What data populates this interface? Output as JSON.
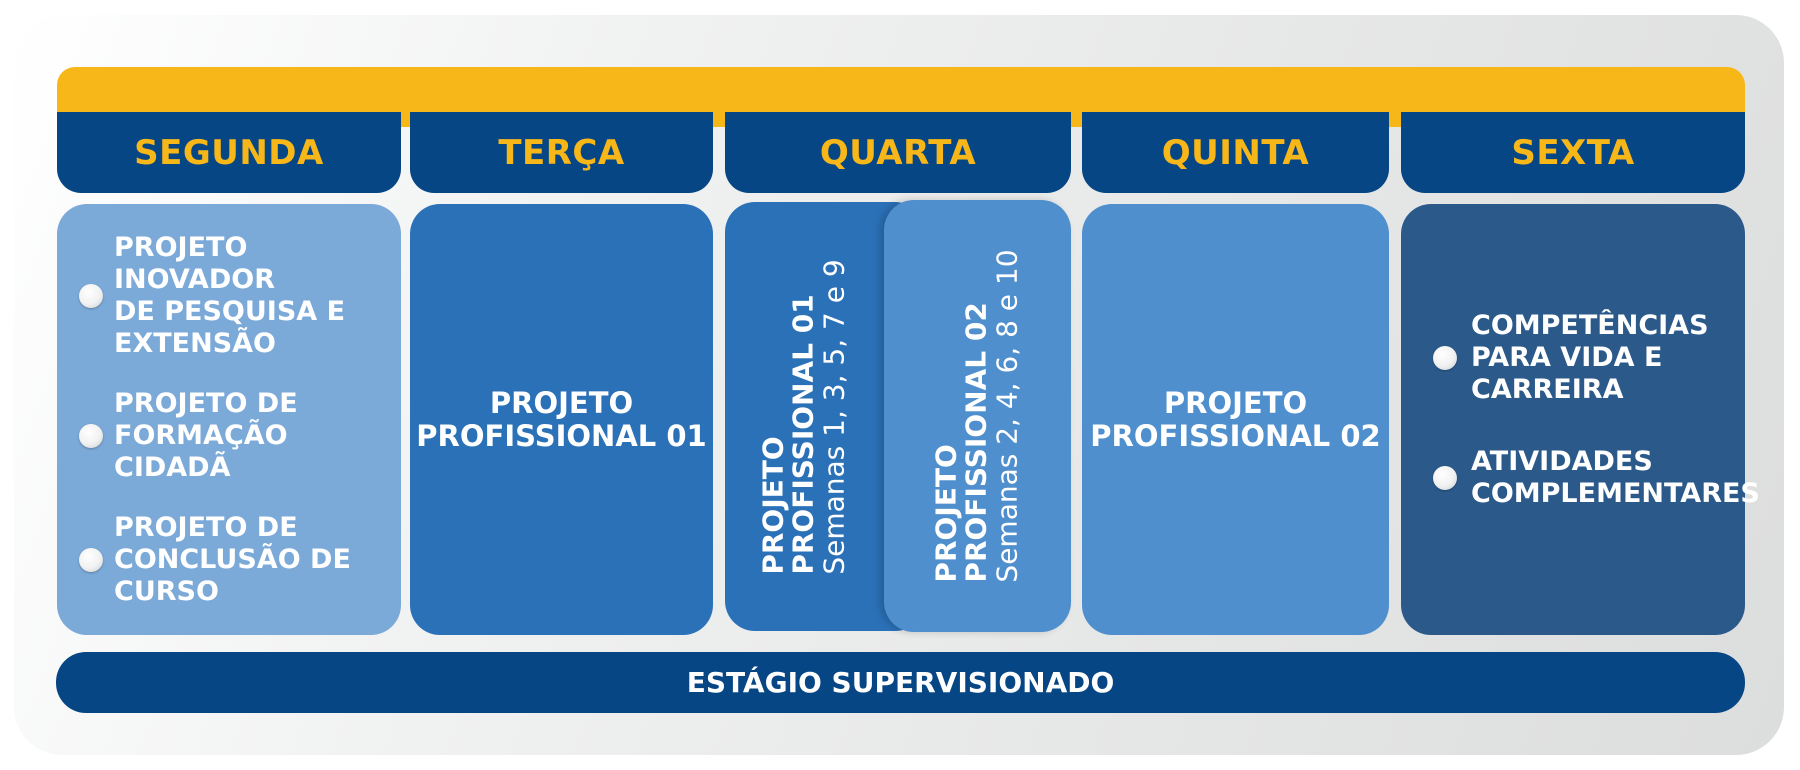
{
  "days": {
    "mon": "SEGUNDA",
    "tue": "TERÇA",
    "wed": "QUARTA",
    "thu": "QUINTA",
    "fri": "SEXTA"
  },
  "monday": {
    "items": [
      "PROJETO INOVADOR\nDE PESQUISA E\nEXTENSÃO",
      "PROJETO DE\nFORMAÇÃO CIDADÃ",
      "PROJETO DE\nCONCLUSÃO DE\nCURSO"
    ]
  },
  "tuesday": {
    "line1": "PROJETO",
    "line2": "PROFISSIONAL 01"
  },
  "wednesday": {
    "left": {
      "line1": "PROJETO",
      "line2": "PROFISSIONAL 01",
      "line3": "Semanas 1, 3, 5, 7 e 9"
    },
    "right": {
      "line1": "PROJETO",
      "line2": "PROFISSIONAL 02",
      "line3": "Semanas 2, 4, 6, 8 e 10"
    }
  },
  "thursday": {
    "line1": "PROJETO",
    "line2": "PROFISSIONAL 02"
  },
  "friday": {
    "items": [
      "COMPETÊNCIAS\nPARA VIDA E\nCARREIRA",
      "ATIVIDADES\nCOMPLEMENTARES"
    ]
  },
  "footer": "ESTÁGIO SUPERVISIONADO",
  "colors": {
    "accent_yellow": "#f8b719",
    "navy": "#074684",
    "light_blue": "#7ba9d8",
    "mid_blue": "#2b71b8",
    "sky_blue": "#4f8fcd",
    "slate_blue": "#2b5a8a"
  }
}
